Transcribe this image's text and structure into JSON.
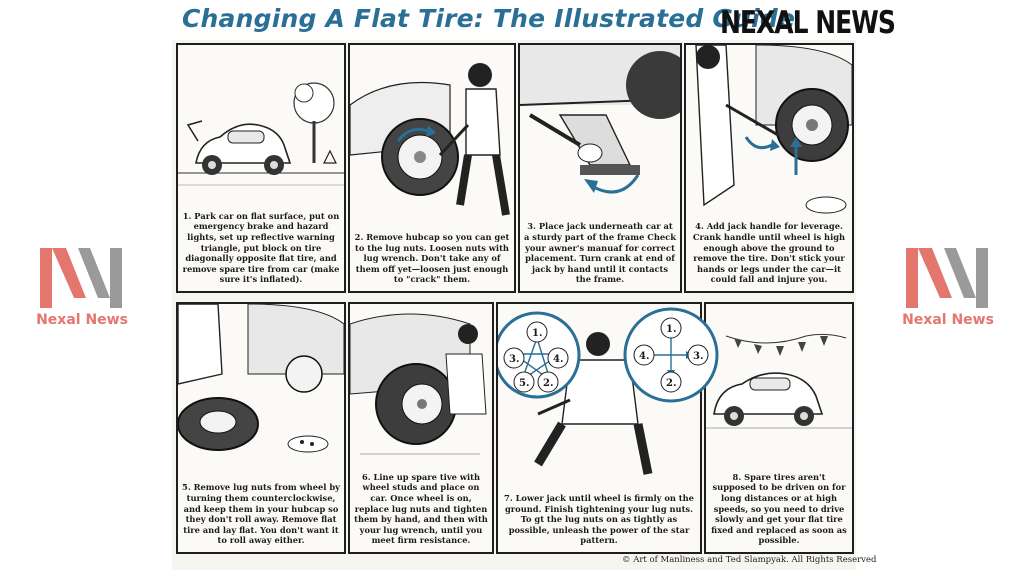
{
  "header": {
    "title": "Changing A Flat Tire: The Illustrated Guide",
    "masthead": "NEXAL NEWS"
  },
  "side_logo": {
    "text": "Nexal News"
  },
  "steps": [
    {
      "caption": "1. Park car on flat surface, put on emergency brake and hazard lights, set up reflective warning triangle, put block on tire diagonally opposite flat tire, and remove spare tire from car (make sure it's inflated)."
    },
    {
      "caption": "2. Remove hubcap so you can get to the lug nuts. Loosen nuts with lug wrench. Don't take any of them off yet—loosen just enough to \"crack\" them."
    },
    {
      "caption": "3. Place jack underneath car at a sturdy part of the frame Check your awner's manuaf for correct placement. Turn crank at end of jack by hand until it contacts the frame."
    },
    {
      "caption": "4. Add jack handle for leverage. Crank handle until wheel is high enough above the ground to remove the tire. Don't stick your hands or legs under the car—it could fall and injure you."
    },
    {
      "caption": "5. Remove lug nuts from wheel by turning them counterclockwise, and keep them in your hubcap so they don't roll away. Remove flat tire and lay flat. You don't want it to roll away either."
    },
    {
      "caption": "6. Line up spare tive with wheel studs and place on car. Once wheel is on, replace lug nuts and tighten them by hand, and then with your lug wrench, until you meet firm resistance."
    },
    {
      "caption": "7. Lower jack until wheel is firmly on the ground. Finish tightening your lug nuts. To gt the lug nuts on as tightly as possible, unleash the power of the star pattern."
    },
    {
      "caption": "8. Spare tires aren't supposed to be driven on for long distances or at high speeds, so you need to drive slowly and get your flat tire fixed and replaced as soon as possible."
    }
  ],
  "star_pattern": {
    "five_lug": [
      "1.",
      "2.",
      "3.",
      "4.",
      "5."
    ],
    "four_lug": [
      "1.",
      "2.",
      "3.",
      "4."
    ]
  },
  "credit": "© Art of Manliness and Ted Slampyak. All Rights Reserved",
  "colors": {
    "title": "#2a6f96",
    "logo": "#e4776d",
    "ink": "#1b1b1b",
    "arrow": "#2a6f96"
  }
}
